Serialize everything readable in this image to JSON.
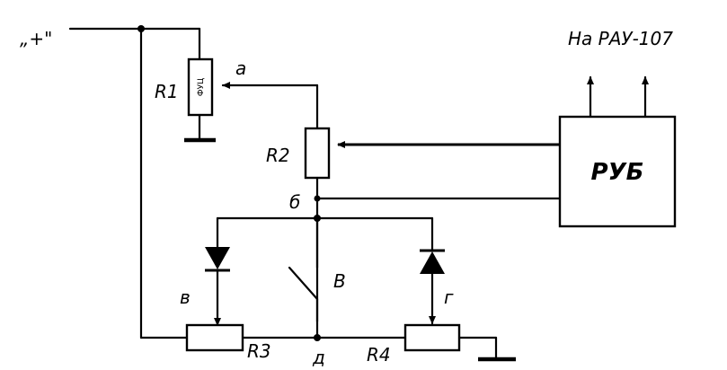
{
  "labels": {
    "plus": "„+\"",
    "r1": "R1",
    "r1_inner": "ФУЦ",
    "r2": "R2",
    "r3": "R3",
    "r4": "R4",
    "node_a": "а",
    "node_b": "б",
    "node_v_diode": "в",
    "node_g_diode": "г",
    "node_d": "д",
    "switch": "В",
    "block": "РУБ",
    "output": "На РАУ-107"
  }
}
